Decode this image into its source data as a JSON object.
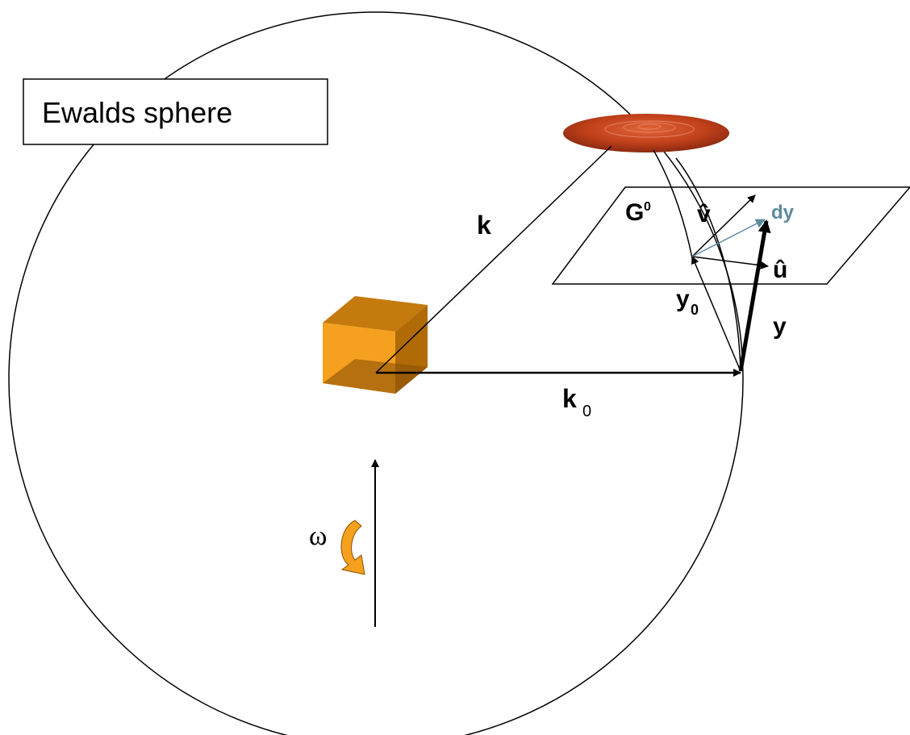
{
  "title_box": {
    "text": "Ewalds sphere"
  },
  "labels": {
    "k": "k",
    "k0_main": "k",
    "k0_sub": "0",
    "G0_main": "G",
    "G0_sup": "0",
    "v_hat": "v̂",
    "dy": "dy",
    "u_hat": "û",
    "y0_main": "y",
    "y0_sub": "0",
    "y": "y",
    "omega": "ω"
  },
  "colors": {
    "stroke": "#000000",
    "dy_arrow": "#5f8aa0",
    "dy_label": "#5f8aa0",
    "cube_front": "#f5a01e",
    "cube_top": "#c47a0c",
    "cube_side": "#b06a06",
    "spot": "#c0401a",
    "omega_icon": "#f5a01e"
  }
}
